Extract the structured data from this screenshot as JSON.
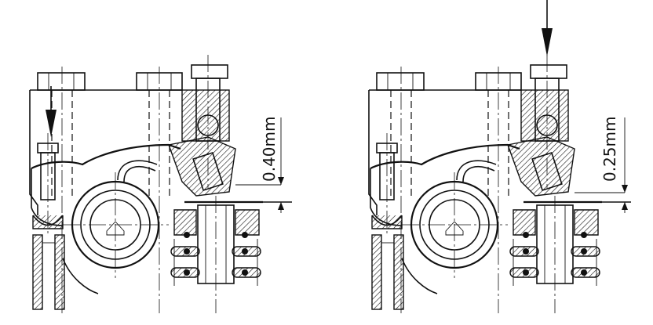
{
  "diagram": {
    "panels": [
      {
        "id": "left",
        "clearance_label": "0.40mm"
      },
      {
        "id": "right",
        "clearance_label": "0.25mm"
      }
    ]
  }
}
